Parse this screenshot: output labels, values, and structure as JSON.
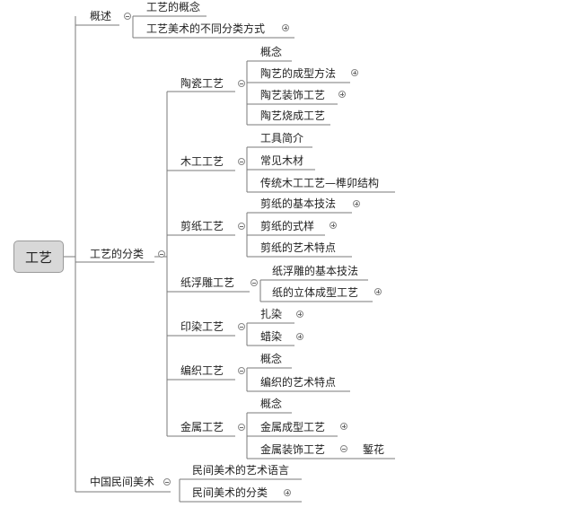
{
  "root": "工艺",
  "branches": {
    "gaishu": {
      "label": "概述",
      "children": [
        "工艺的概念",
        "工艺美术的不同分类方式"
      ]
    },
    "fenlei": {
      "label": "工艺的分类",
      "groups": [
        {
          "label": "陶瓷工艺",
          "children": [
            "概念",
            "陶艺的成型方法",
            "陶艺装饰工艺",
            "陶艺烧成工艺"
          ]
        },
        {
          "label": "木工工艺",
          "children": [
            "工具简介",
            "常见木材",
            "传统木工工艺—榫卯结构"
          ]
        },
        {
          "label": "剪纸工艺",
          "children": [
            "剪纸的基本技法",
            "剪纸的式样",
            "剪纸的艺术特点"
          ]
        },
        {
          "label": "纸浮雕工艺",
          "children": [
            "纸浮雕的基本技法",
            "纸的立体成型工艺"
          ]
        },
        {
          "label": "印染工艺",
          "children": [
            "扎染",
            "蜡染"
          ]
        },
        {
          "label": "编织工艺",
          "children": [
            "概念",
            "编织的艺术特点"
          ]
        },
        {
          "label": "金属工艺",
          "children": [
            "概念",
            "金属成型工艺",
            "金属装饰工艺"
          ]
        }
      ],
      "leaf_extra": "錾花"
    },
    "minjian": {
      "label": "中国民间美术",
      "children": [
        "民间美术的艺术语言",
        "民间美术的分类"
      ]
    }
  }
}
